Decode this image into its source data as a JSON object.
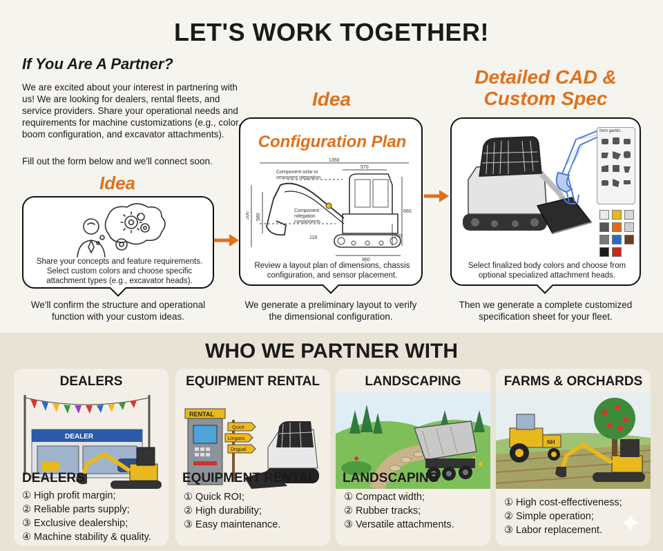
{
  "title": "LET'S WORK TOGETHER!",
  "partner": {
    "heading": "If You Are A Partner?",
    "body": "We are excited about your interest in partnering with us! We are looking for dealers, rental fleets, and service providers. Share your operational needs and requirements for machine customizations (e.g., color, boom configuration, and excavator attachments).",
    "cta": "Fill out the form below and we'll connect soon."
  },
  "steps": [
    {
      "label": "Idea",
      "bubble_text": "Share your concepts and feature requirements. Select custom colors and choose specific attachment types (e.g., excavator heads).",
      "caption": "We'll confirm the structure and operational function with your custom ideas."
    },
    {
      "label": "Idea",
      "panel_title": "Configuration Plan",
      "bubble_text": "Review a layout plan of dimensions, chassis configuration, and sensor placement.",
      "caption": "We generate a preliminary layout to verify the dimensional configuration.",
      "drawing": {
        "dim_top": "1350",
        "dim_top2": "570",
        "dim_left": "200",
        "dim_left2": "580",
        "dim_right": "660",
        "dim_right2": "370",
        "dim_bottom": "960",
        "dim_small": "118",
        "note1": "Component ostw or omponent ntegration",
        "note2": "Component ndegation components"
      }
    },
    {
      "label": "Detailed CAD & Custom Spec",
      "bubble_text": "Select finalized body colors and choose from optional specialized attachment heads.",
      "caption": "Then we generate a complete customized specification sheet for your fleet.",
      "panel_label": "form gartds",
      "swatches": [
        "#e9e9e9",
        "#e8b81c",
        "#d8d8d8",
        "#555555",
        "#e06a1c",
        "#cfcfcf",
        "#7a7a7a",
        "#2d6ab8",
        "#6b3e1e",
        "#1a1a1a",
        "#c8281e"
      ]
    }
  ],
  "partners_section": {
    "title": "WHO WE PARTNER WITH",
    "cards": [
      {
        "heading": "DEALERS",
        "sub": "DEALERS",
        "sign": "DEALER",
        "items": [
          "① High profit margin;",
          "② Reliable parts supply;",
          "③ Exclusive dealership;",
          "④ Machine stability & quality."
        ]
      },
      {
        "heading": "EQUIPMENT RENTAL",
        "sub": "EQUIPMENT RENTAL",
        "sign": "RENTAL",
        "signposts": [
          "Quick",
          "Lingass",
          "Dngual"
        ],
        "items": [
          "① Quick ROI;",
          "② High durability;",
          "③ Easy maintenance."
        ]
      },
      {
        "heading": "LANDSCAPING",
        "sub": "LANDSCAPING",
        "items": [
          "① Compact width;",
          "② Rubber tracks;",
          "③ Versatile attachments."
        ]
      },
      {
        "heading": "FARMS & ORCHARDS",
        "tractor_mark": "NH",
        "items": [
          "① High cost-effectiveness;",
          "② Simple operation;",
          "③ Labor replacement."
        ]
      }
    ]
  },
  "colors": {
    "accent": "#e0701b",
    "section_bg": "#e9e3d6",
    "card_bg": "#f3efe6",
    "machine_yellow": "#e8b81c"
  }
}
